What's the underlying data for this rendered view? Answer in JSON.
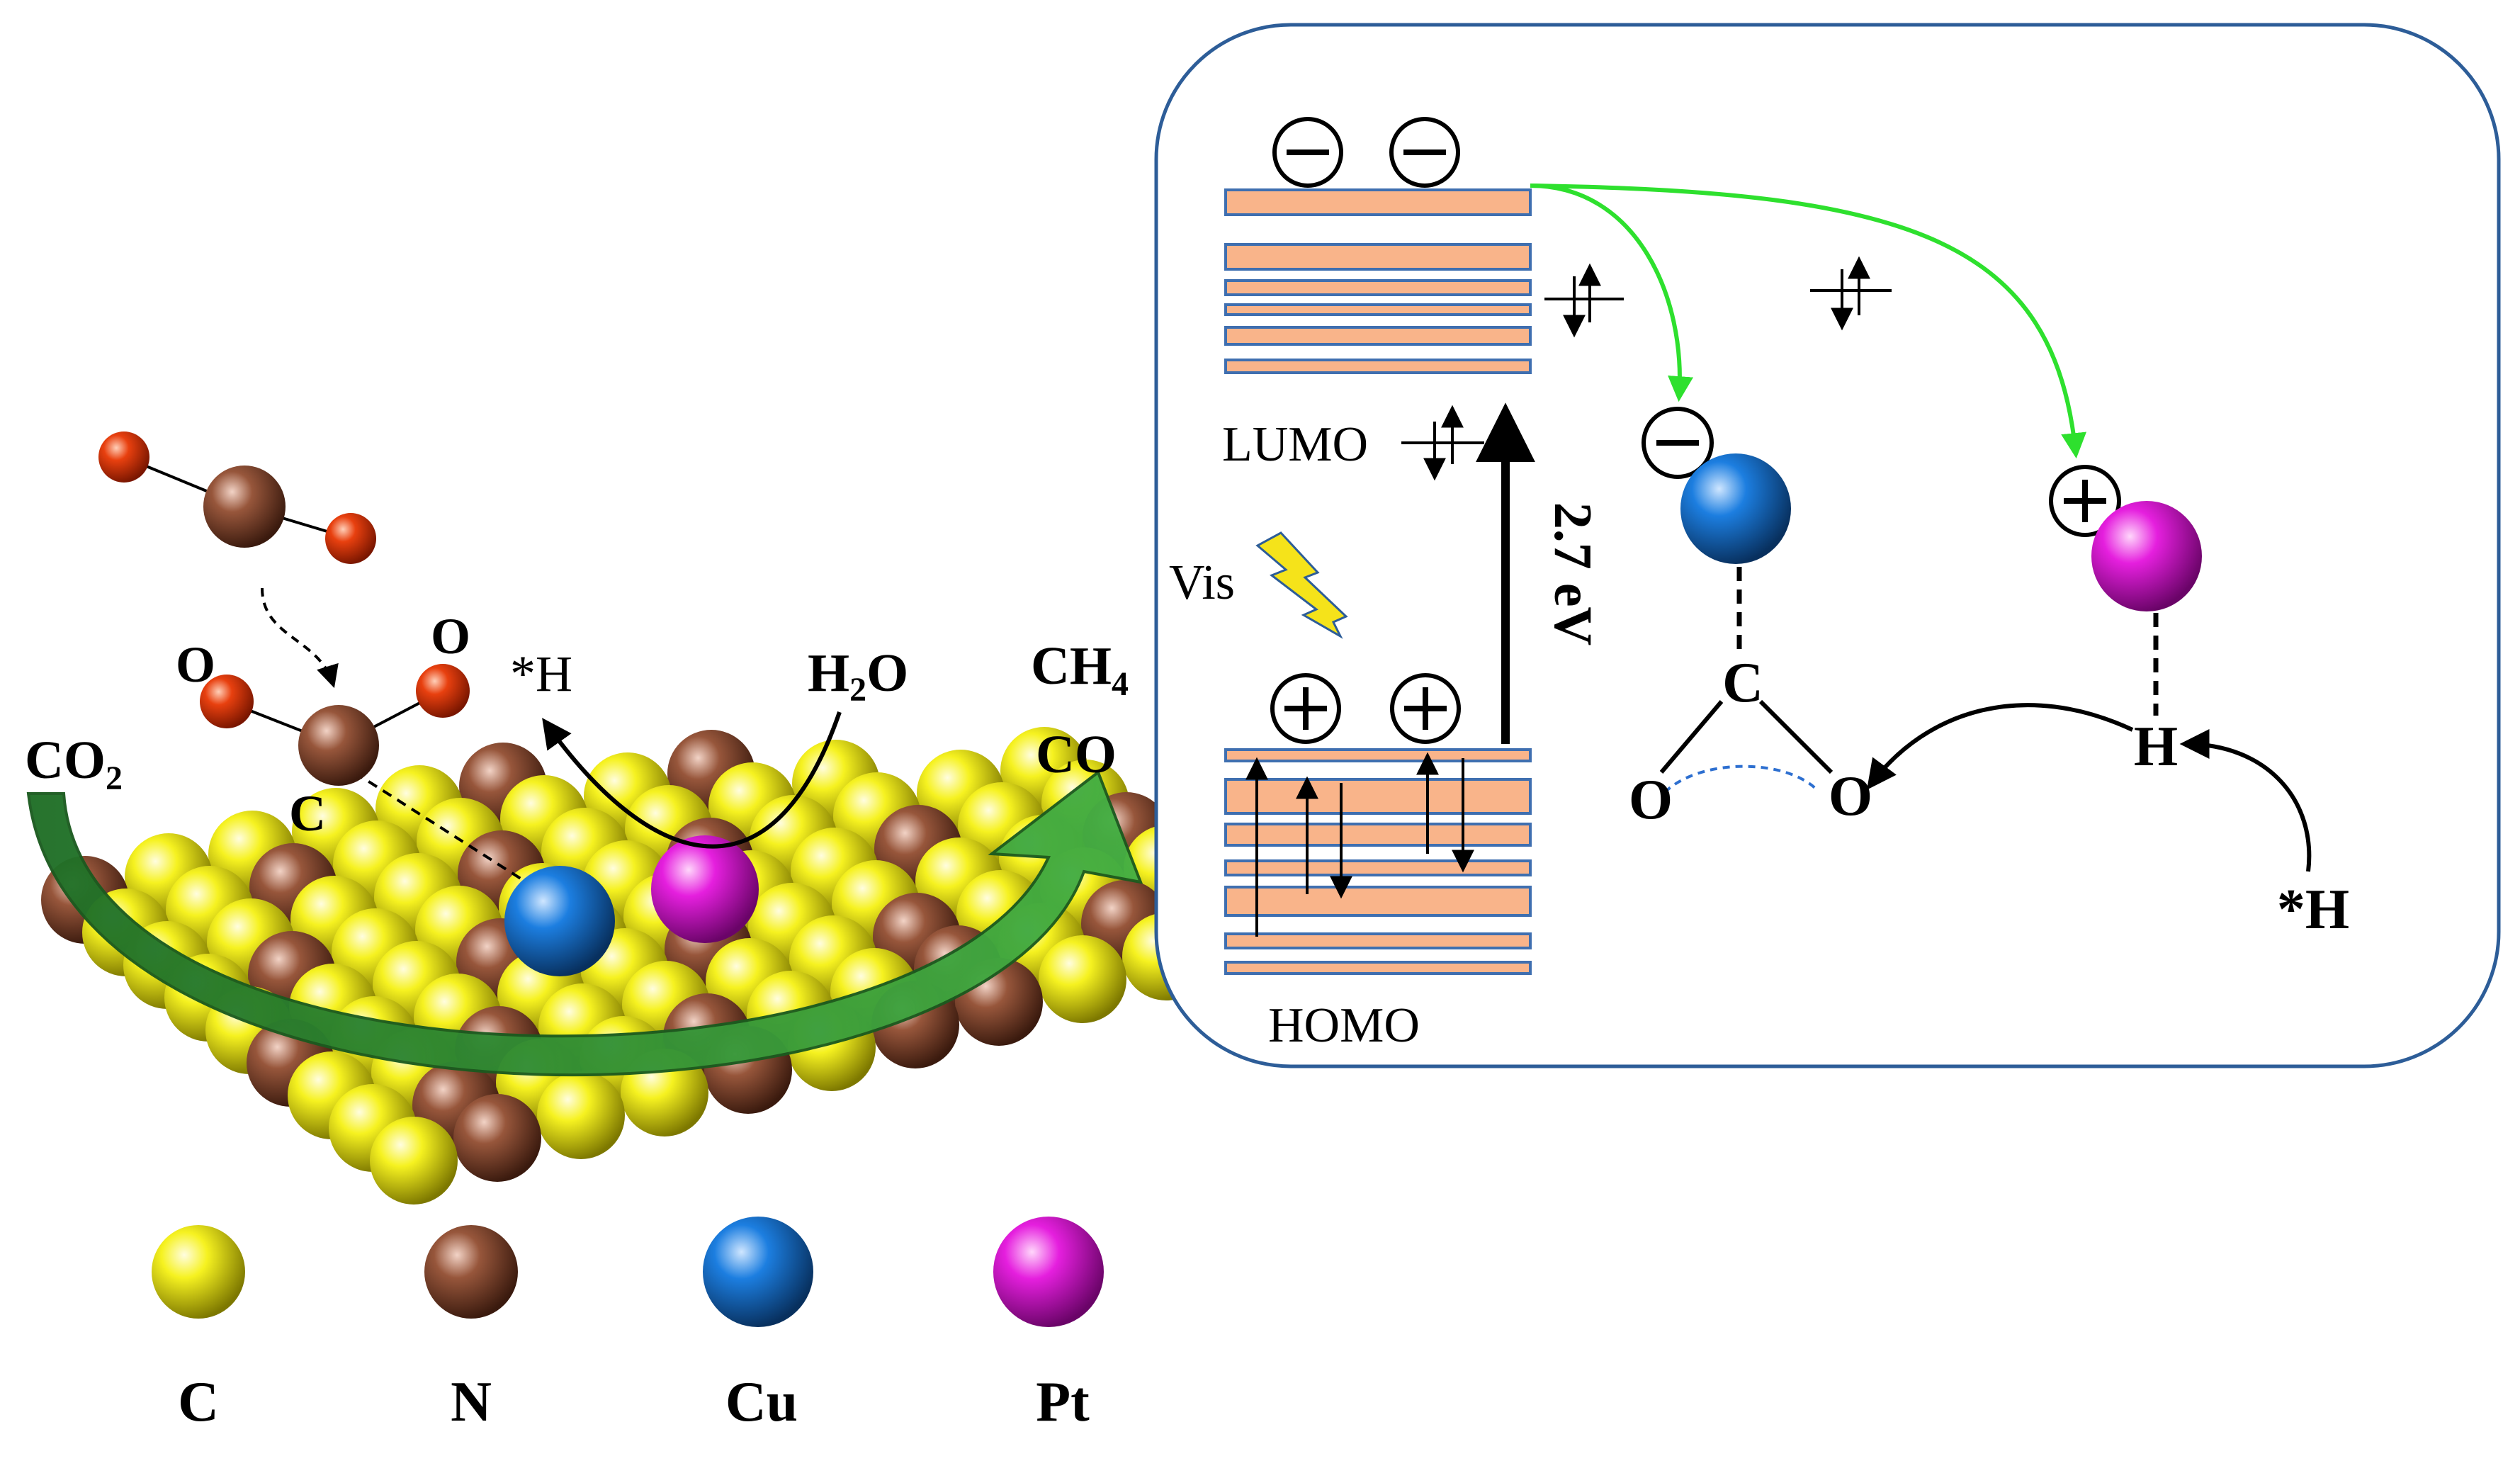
{
  "colors": {
    "carbon": "#f2ee10",
    "nitrogen": "#8a4a32",
    "copper": "#1677d6",
    "platinum": "#e01ad8",
    "oxygen": "#e03a0e",
    "band": "#f9b48a",
    "band_edge": "#3f6fb0",
    "panel_border": "#2d5d98",
    "green_arrow": "#2a9a2a",
    "transfer_arrow": "#2ee02e",
    "lightning": "#f5e31a"
  },
  "molecule": {
    "o_left": "O",
    "o_right": "O",
    "c": "C"
  },
  "surface": {
    "h_star": "*H",
    "h2o": "H",
    "h2o_sub": "2",
    "h2o_end": "O",
    "ch4": "CH",
    "ch4_sub": "4",
    "co": "CO",
    "co2": "CO",
    "co2_sub": "2"
  },
  "legend": {
    "items": [
      {
        "label": "C",
        "color": "#f2ee10"
      },
      {
        "label": "N",
        "color": "#8a4a32"
      },
      {
        "label": "Cu",
        "color": "#1677d6"
      },
      {
        "label": "Pt",
        "color": "#e01ad8"
      }
    ]
  },
  "panel": {
    "lumo": "LUMO",
    "homo": "HOMO",
    "gap": "2.7 eV",
    "light": "Vis",
    "intermediate_c": "C",
    "intermediate_o1": "O",
    "intermediate_o2": "O",
    "h_bound": "H",
    "h_star": "*H",
    "minus": "−",
    "plus": "+"
  }
}
